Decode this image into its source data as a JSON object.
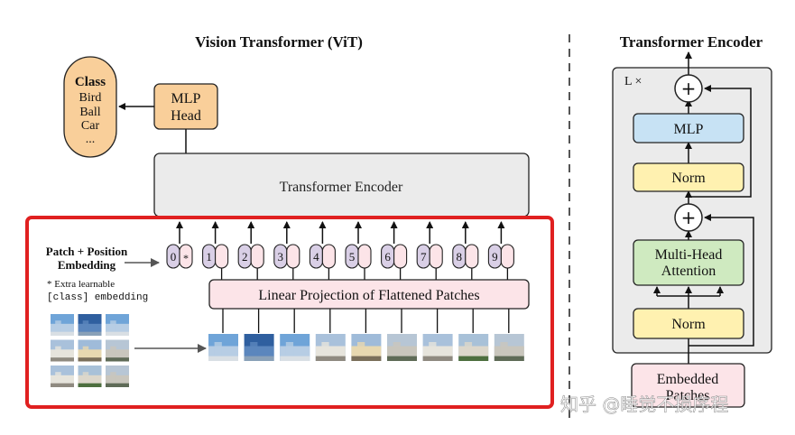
{
  "left_title": "Vision Transformer (ViT)",
  "right_title": "Transformer Encoder",
  "class_box": {
    "heading": "Class",
    "items": [
      "Bird",
      "Ball",
      "Car",
      "..."
    ]
  },
  "mlp_head": {
    "line1": "MLP",
    "line2": "Head"
  },
  "transformer_encoder_label": "Transformer Encoder",
  "patch_position_label": {
    "line1": "Patch + Position",
    "line2": "Embedding"
  },
  "extra_note": {
    "line1": "* Extra learnable",
    "line2": "[class] embedding"
  },
  "linear_projection_label": "Linear Projection of Flattened Patches",
  "tokens": [
    "0",
    "1",
    "2",
    "3",
    "4",
    "5",
    "6",
    "7",
    "8",
    "9"
  ],
  "class_token_mark": "*",
  "encoder_block": {
    "repeat_label": "L ×",
    "mlp": "MLP",
    "norm_top": "Norm",
    "attention_line1": "Multi-Head",
    "attention_line2": "Attention",
    "norm_bottom": "Norm",
    "embedded_line1": "Embedded",
    "embedded_line2": "Patches",
    "plus_symbol": "+"
  },
  "watermark": "知乎 @睡觉不损序程",
  "colors": {
    "highlight_red": "#e02020",
    "class_orange": "#f9cf9a",
    "mlp_blue": "#c7e2f4",
    "norm_yellow": "#fff1b0",
    "attention_green": "#cfeac0",
    "pink": "#fce4e8",
    "token_purple": "#d9cfe6",
    "encoder_gray": "#ebebeb"
  },
  "image_patches": [
    "sky-blue",
    "deep-blue",
    "sky-blue",
    "white-stone",
    "cream-facade",
    "gray-stone",
    "white-stone",
    "green-tree",
    "gray-stone"
  ]
}
